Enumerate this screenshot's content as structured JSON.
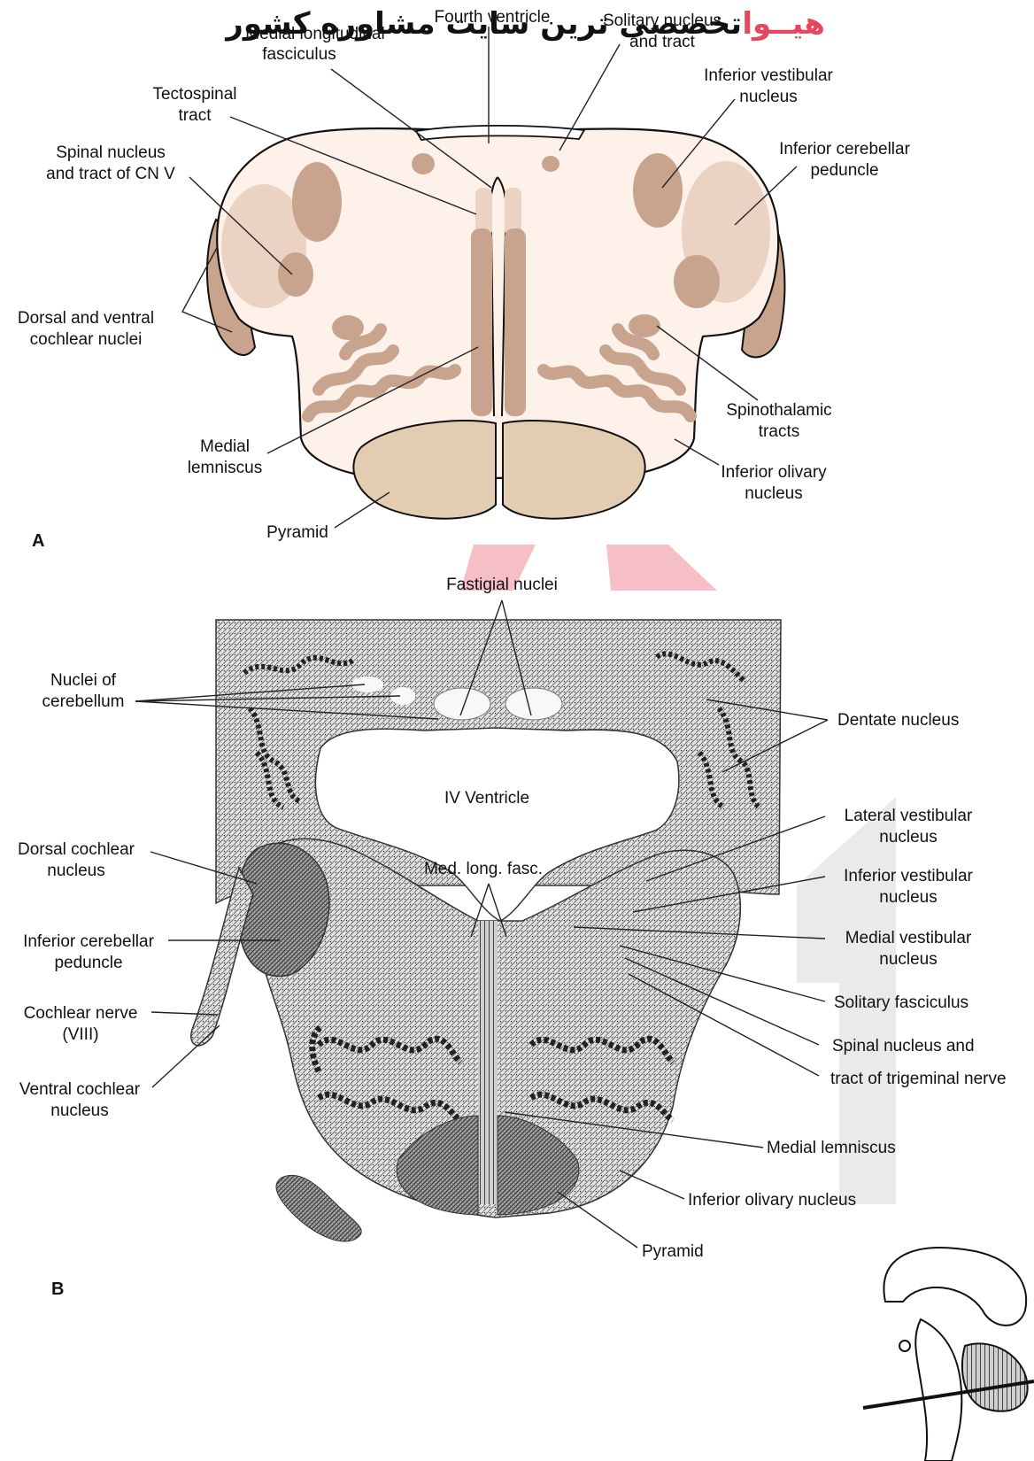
{
  "watermark": {
    "brand": "هیــوا",
    "tagline": "تخصصی ترین سایت مشاوره کشور",
    "brand_color": "#e8455f",
    "tagline_color": "#111111"
  },
  "colors": {
    "background": "#fdf1ea",
    "nucleus": "#c8a48e",
    "nucleus_light": "#ead3c2",
    "pyramid": "#e3cdb2",
    "stain": "#5a5a5a"
  },
  "panel_a": {
    "letter": "A",
    "labels": {
      "fourth_ventricle": "Fourth ventricle",
      "mlf_1": "Medial longitudinal",
      "mlf_2": "fasciculus",
      "solitary_1": "Solitary nucleus",
      "solitary_2": "and tract",
      "tectospinal_1": "Tectospinal",
      "tectospinal_2": "tract",
      "inf_vest_1": "Inferior vestibular",
      "inf_vest_2": "nucleus",
      "spinal_v_1": "Spinal nucleus",
      "spinal_v_2": "and tract of CN V",
      "icp_1": "Inferior cerebellar",
      "icp_2": "peduncle",
      "cochlear_1": "Dorsal and ventral",
      "cochlear_2": "cochlear nuclei",
      "spinothal_1": "Spinothalamic",
      "spinothal_2": "tracts",
      "ml_1": "Medial",
      "ml_2": "lemniscus",
      "ion_1": "Inferior olivary",
      "ion_2": "nucleus",
      "pyramid": "Pyramid"
    }
  },
  "panel_b": {
    "letter": "B",
    "labels": {
      "fastigial": "Fastigial nuclei",
      "nuclei_cb_1": "Nuclei of",
      "nuclei_cb_2": "cerebellum",
      "dentate": "Dentate nucleus",
      "iv_ventricle": "IV Ventricle",
      "lat_vest_1": "Lateral vestibular",
      "lat_vest_2": "nucleus",
      "dorsal_coch_1": "Dorsal cochlear",
      "dorsal_coch_2": "nucleus",
      "mlf": "Med. long. fasc.",
      "inf_vest_1": "Inferior vestibular",
      "inf_vest_2": "nucleus",
      "med_vest_1": "Medial vestibular",
      "med_vest_2": "nucleus",
      "icp_1": "Inferior cerebellar",
      "icp_2": "peduncle",
      "solitary": "Solitary fasciculus",
      "coch_nerve_1": "Cochlear nerve",
      "coch_nerve_2": "(VIII)",
      "spinal_v_1": "Spinal nucleus and",
      "spinal_v_2": "tract of trigeminal nerve",
      "ventral_coch_1": "Ventral cochlear",
      "ventral_coch_2": "nucleus",
      "ml": "Medial lemniscus",
      "ion": "Inferior olivary nucleus",
      "pyramid": "Pyramid"
    }
  }
}
